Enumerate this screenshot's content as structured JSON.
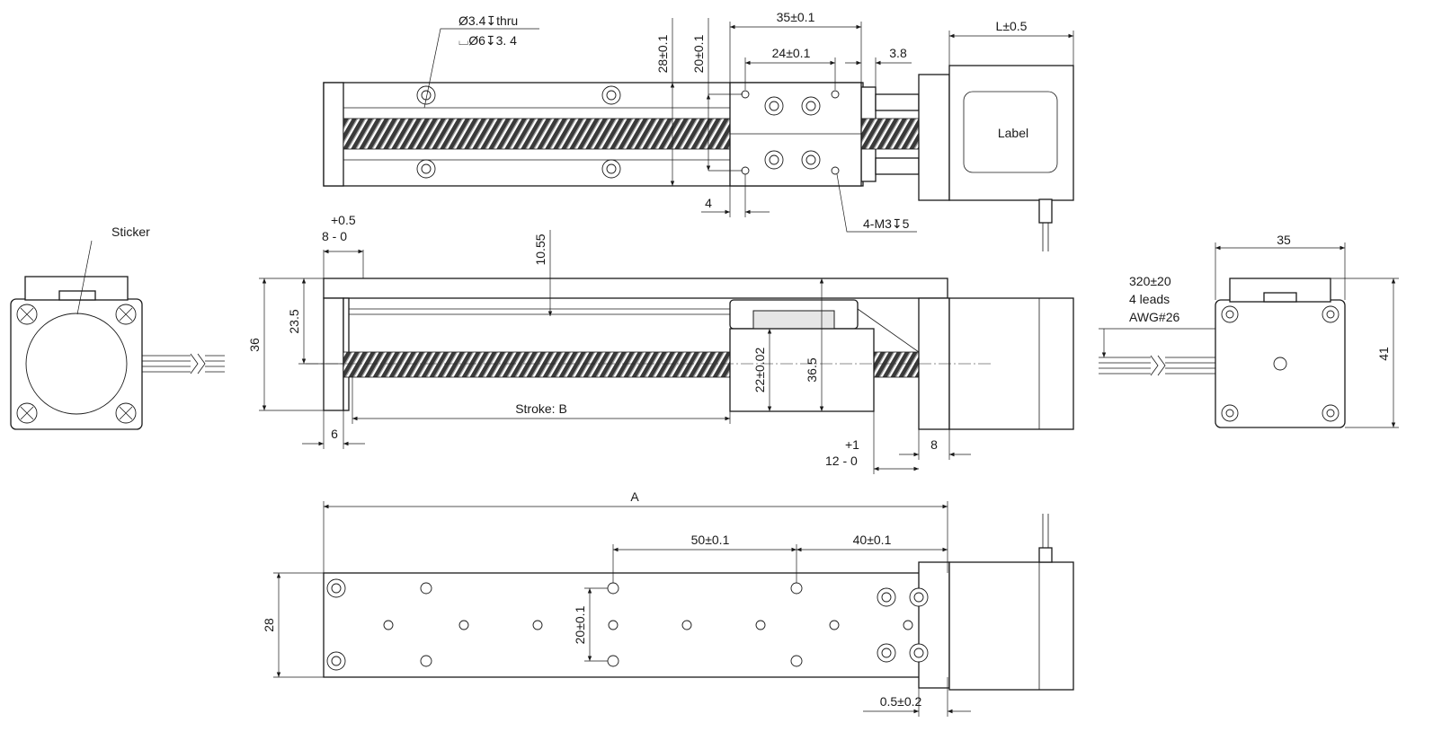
{
  "top_view": {
    "hole_callout_1": "Ø3.4↧thru",
    "hole_callout_2": "⌴Ø6↧3. 4",
    "dim_28": "28±0.1",
    "dim_20": "20±0.1",
    "dim_35": "35±0.1",
    "dim_24": "24±0.1",
    "dim_3_8": "3.8",
    "dim_L": "L±0.5",
    "label_text": "Label",
    "dim_4": "4",
    "thread_callout": "4-M3↧5"
  },
  "side_view": {
    "tol_plus": "+0.5",
    "tol_base": "8 - 0",
    "dim_10_55": "10.55",
    "dim_36": "36",
    "dim_23_5": "23.5",
    "dim_22": "22±0.02",
    "dim_36_5": "36.5",
    "stroke_label": "Stroke: B",
    "dim_6": "6",
    "dim_8": "8",
    "tol_plus_1": "+1",
    "tol_12": "12 - 0"
  },
  "left_view": {
    "sticker_label": "Sticker"
  },
  "right_view": {
    "dim_35": "35",
    "lead_length": "320±20",
    "leads": "4 leads",
    "awg": "AWG#26",
    "dim_41": "41"
  },
  "bottom_view": {
    "dim_A": "A",
    "dim_50": "50±0.1",
    "dim_40": "40±0.1",
    "dim_20": "20±0.1",
    "dim_28": "28",
    "dim_0_5": "0.5±0.2"
  }
}
